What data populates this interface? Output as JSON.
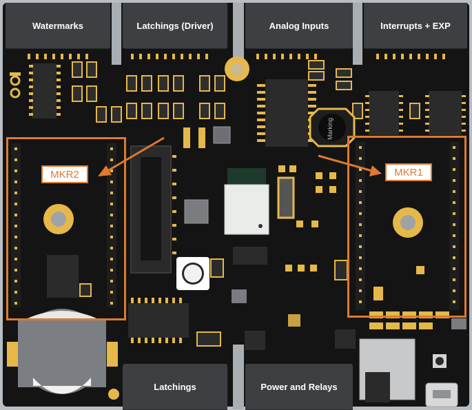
{
  "connectors": {
    "watermarks": "Watermarks",
    "latchings_driver": "Latchings (Driver)",
    "analog_inputs": "Analog Inputs",
    "interrupts_exp": "Interrupts + EXP",
    "latchings": "Latchings",
    "power_relays": "Power and Relays"
  },
  "slots": {
    "mkr1": "MKR1",
    "mkr2": "MKR2"
  },
  "silkscreen": {
    "inductor_text": "Marking"
  },
  "colors": {
    "pcb": "#141414",
    "gold": "#e6b84a",
    "highlight": "#e07a2e",
    "connector": "#3d3f42"
  }
}
